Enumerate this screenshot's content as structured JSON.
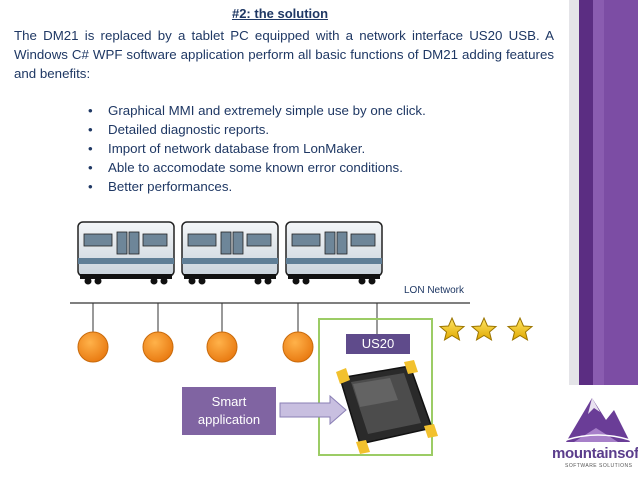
{
  "slide": {
    "title": "#2: the solution",
    "paragraph": "The DM21 is replaced by a tablet PC equipped with a network interface US20 USB. A Windows C# WPF software application perform all basic functions of DM21 adding features and benefits:",
    "bullets": [
      {
        "text": "Graphical MMI and extremely simple use by one click."
      },
      {
        "text": "Detailed  diagnostic reports."
      },
      {
        "text": "Import of network database from LonMaker."
      },
      {
        "text": "Able to accomodate some known error conditions."
      },
      {
        "text": "Better performances."
      }
    ]
  },
  "diagram": {
    "network_label": "LON Network",
    "interface_label": "US20",
    "smart_app_line1": "Smart",
    "smart_app_line2": "application",
    "node_count": 4,
    "star_count": 3,
    "colors": {
      "node": "#f08a1c",
      "interface": "#5f4b8b",
      "smart_app": "#8064a2",
      "highlight_box": "#9ccc65",
      "star": "#f3c623"
    }
  },
  "logo": {
    "name": "mountainsoft",
    "tagline": "SOFTWARE SOLUTIONS"
  }
}
